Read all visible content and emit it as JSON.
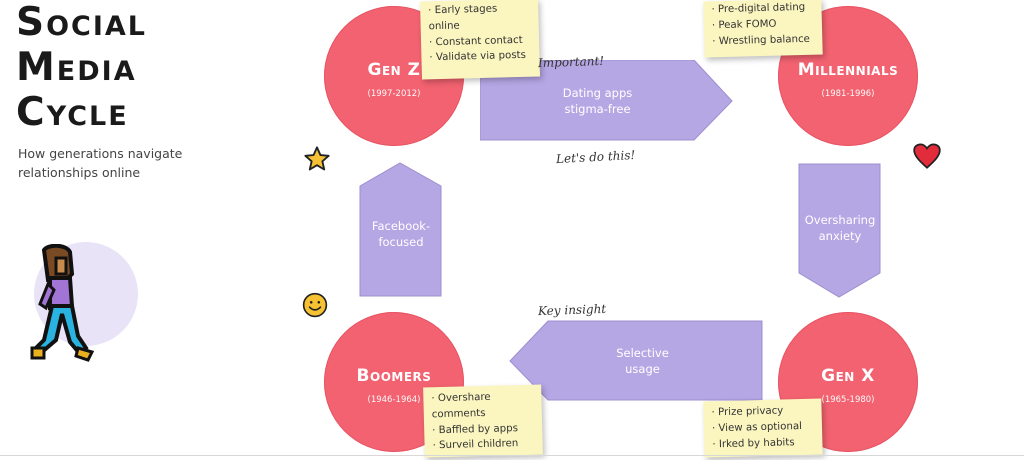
{
  "title_lines": [
    "Social",
    "Media",
    "Cycle"
  ],
  "subtitle": "How generations navigate relationships online",
  "generations": {
    "genz": {
      "name": "Gen Z",
      "years": "(1997-2012)"
    },
    "millennials": {
      "name": "Millennials",
      "years": "(1981-1996)"
    },
    "genx": {
      "name": "Gen X",
      "years": "(1965-1980)"
    },
    "boomers": {
      "name": "Boomers",
      "years": "(1946-1964)"
    }
  },
  "arrows": {
    "top": [
      "Dating apps",
      "stigma-free"
    ],
    "right": [
      "Oversharing",
      "anxiety"
    ],
    "bottom": [
      "Selective",
      "usage"
    ],
    "left": [
      "Facebook-",
      "focused"
    ]
  },
  "notes": {
    "genz": [
      "Early stages online",
      "Constant contact",
      "Validate via posts"
    ],
    "millennials": [
      "Pre-digital dating",
      "Peak FOMO",
      "Wrestling balance"
    ],
    "boomers": [
      "Overshare comments",
      "Baffled by apps",
      "Surveil children"
    ],
    "genx": [
      "Prize privacy",
      "View as optional",
      "Irked by habits"
    ]
  },
  "annotations": {
    "important": "Important!",
    "lets_do_this": "Let's do this!",
    "key_insight": "Key insight"
  },
  "icons": {
    "star": "star-icon",
    "heart": "heart-icon",
    "smiley": "smiley-icon",
    "person": "person-walking-icon"
  },
  "colors": {
    "circle": "#f26270",
    "arrow": "#b5a6e4",
    "note": "#fbf6c0",
    "avatar_bg": "#e8e3f7"
  }
}
